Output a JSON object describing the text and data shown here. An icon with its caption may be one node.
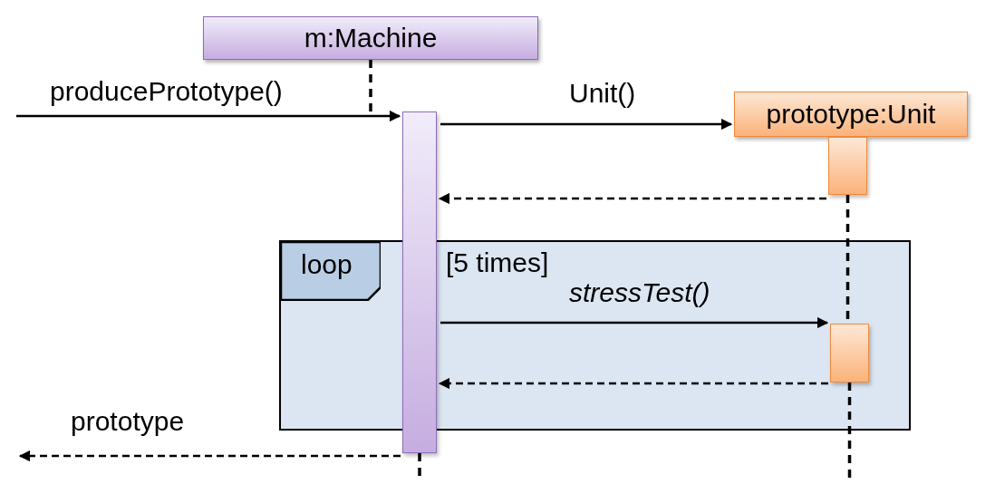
{
  "diagram": {
    "nodes": [
      {
        "text": [
          "m:Machine"
        ]
      },
      {
        "text": [
          "prototype:Unit"
        ]
      },
      {
        "text": [],
        "shape": "bar"
      },
      {
        "text": [],
        "shape": "bar"
      },
      {
        "text": [
          "loop",
          "[5 times]"
        ]
      },
      {
        "text": [],
        "shape": "bar",
        "in": 4
      }
    ],
    "edges": [
      {
        "from": 0,
        "to": 2,
        "arrow": "none",
        "style": "dashed"
      },
      {
        "from": 3,
        "to": 5,
        "arrow": "none",
        "style": "dashed"
      },
      {
        "from": 2,
        "to": null,
        "arrow": "none",
        "style": "dashed"
      },
      {
        "from": 5,
        "to": null,
        "arrow": "none",
        "style": "dashed"
      },
      {
        "from": null,
        "to": 2,
        "arrow": "to",
        "label": "producePrototype()"
      },
      {
        "from": 2,
        "to": 1,
        "arrow": "to",
        "label": "Unit()"
      },
      {
        "from": 3,
        "to": 2,
        "arrow": "to",
        "style": "dashed"
      },
      {
        "from": 2,
        "to": 5,
        "arrow": "to",
        "label": "stressTest()"
      },
      {
        "from": 5,
        "to": 2,
        "arrow": "to",
        "style": "dashed"
      },
      {
        "from": 2,
        "to": null,
        "arrow": "to",
        "style": "dashed",
        "label": "prototype"
      }
    ]
  }
}
